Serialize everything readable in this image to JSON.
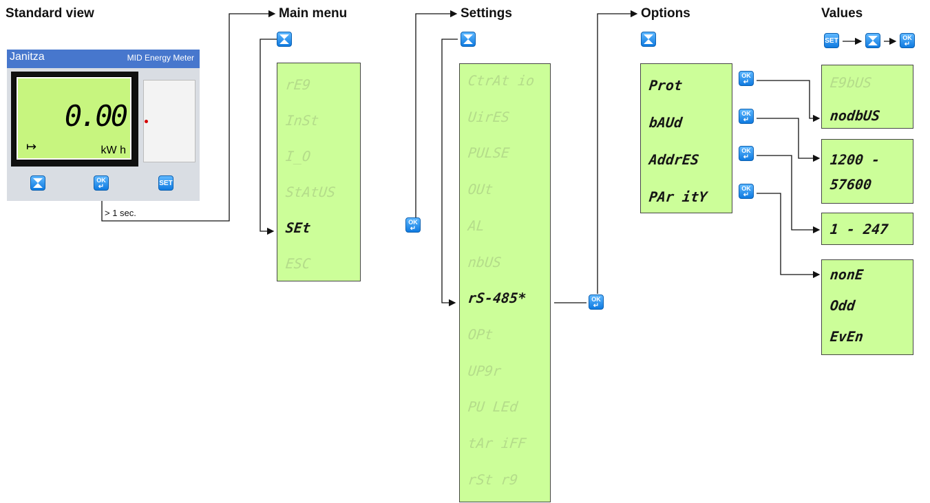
{
  "headers": {
    "standard": "Standard view",
    "main": "Main menu",
    "settings": "Settings",
    "options": "Options",
    "values": "Values"
  },
  "meter": {
    "brand": "Janitza",
    "model": "MID Energy Meter",
    "reading": "0.00",
    "unit": "kW  h",
    "hold_note": "> 1 sec."
  },
  "buttons": {
    "ok": "OK",
    "set": "SET"
  },
  "main_menu": [
    {
      "label": "rE9",
      "active": false
    },
    {
      "label": "InSt",
      "active": false
    },
    {
      "label": "I_O",
      "active": false
    },
    {
      "label": "StAtUS",
      "active": false
    },
    {
      "label": "SEt",
      "active": true
    },
    {
      "label": "ESC",
      "active": false
    }
  ],
  "settings_menu": [
    {
      "label": "CtrAt io",
      "active": false
    },
    {
      "label": "UirES",
      "active": false
    },
    {
      "label": "PULSE",
      "active": false
    },
    {
      "label": "OUt",
      "active": false
    },
    {
      "label": "AL",
      "active": false
    },
    {
      "label": "nbUS",
      "active": false
    },
    {
      "label": "rS-485*",
      "active": true
    },
    {
      "label": "OPt",
      "active": false
    },
    {
      "label": "UP9r",
      "active": false
    },
    {
      "label": "PU LEd",
      "active": false
    },
    {
      "label": "tAr iFF",
      "active": false
    },
    {
      "label": "rSt r9",
      "active": false
    }
  ],
  "options": [
    "Prot",
    "bAUd",
    "AddrES",
    "PAr itY"
  ],
  "values": {
    "protocol": [
      {
        "label": "E9bUS",
        "active": false
      },
      {
        "label": "nodbUS",
        "active": true
      }
    ],
    "baud": [
      "1200 -",
      "57600"
    ],
    "address": [
      "1 - 247"
    ],
    "parity": [
      "nonE",
      "Odd",
      "EvEn"
    ]
  }
}
